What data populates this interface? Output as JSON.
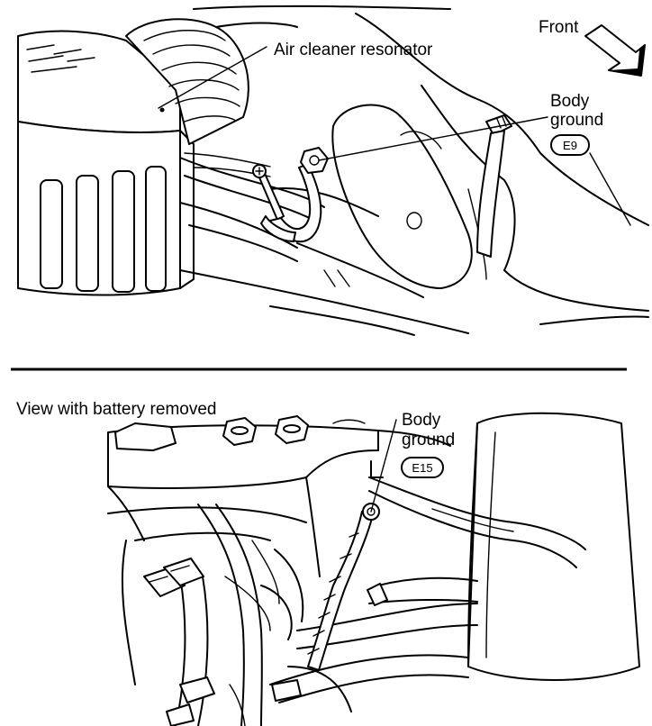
{
  "top_view": {
    "orientation_label": "Front",
    "callouts": {
      "resonator": "Air cleaner resonator",
      "ground_line1": "Body",
      "ground_line2": "ground",
      "ground_code": "E9"
    }
  },
  "bottom_view": {
    "caption": "View with battery removed",
    "callouts": {
      "ground_line1": "Body",
      "ground_line2": "ground",
      "ground_code": "E15"
    }
  }
}
